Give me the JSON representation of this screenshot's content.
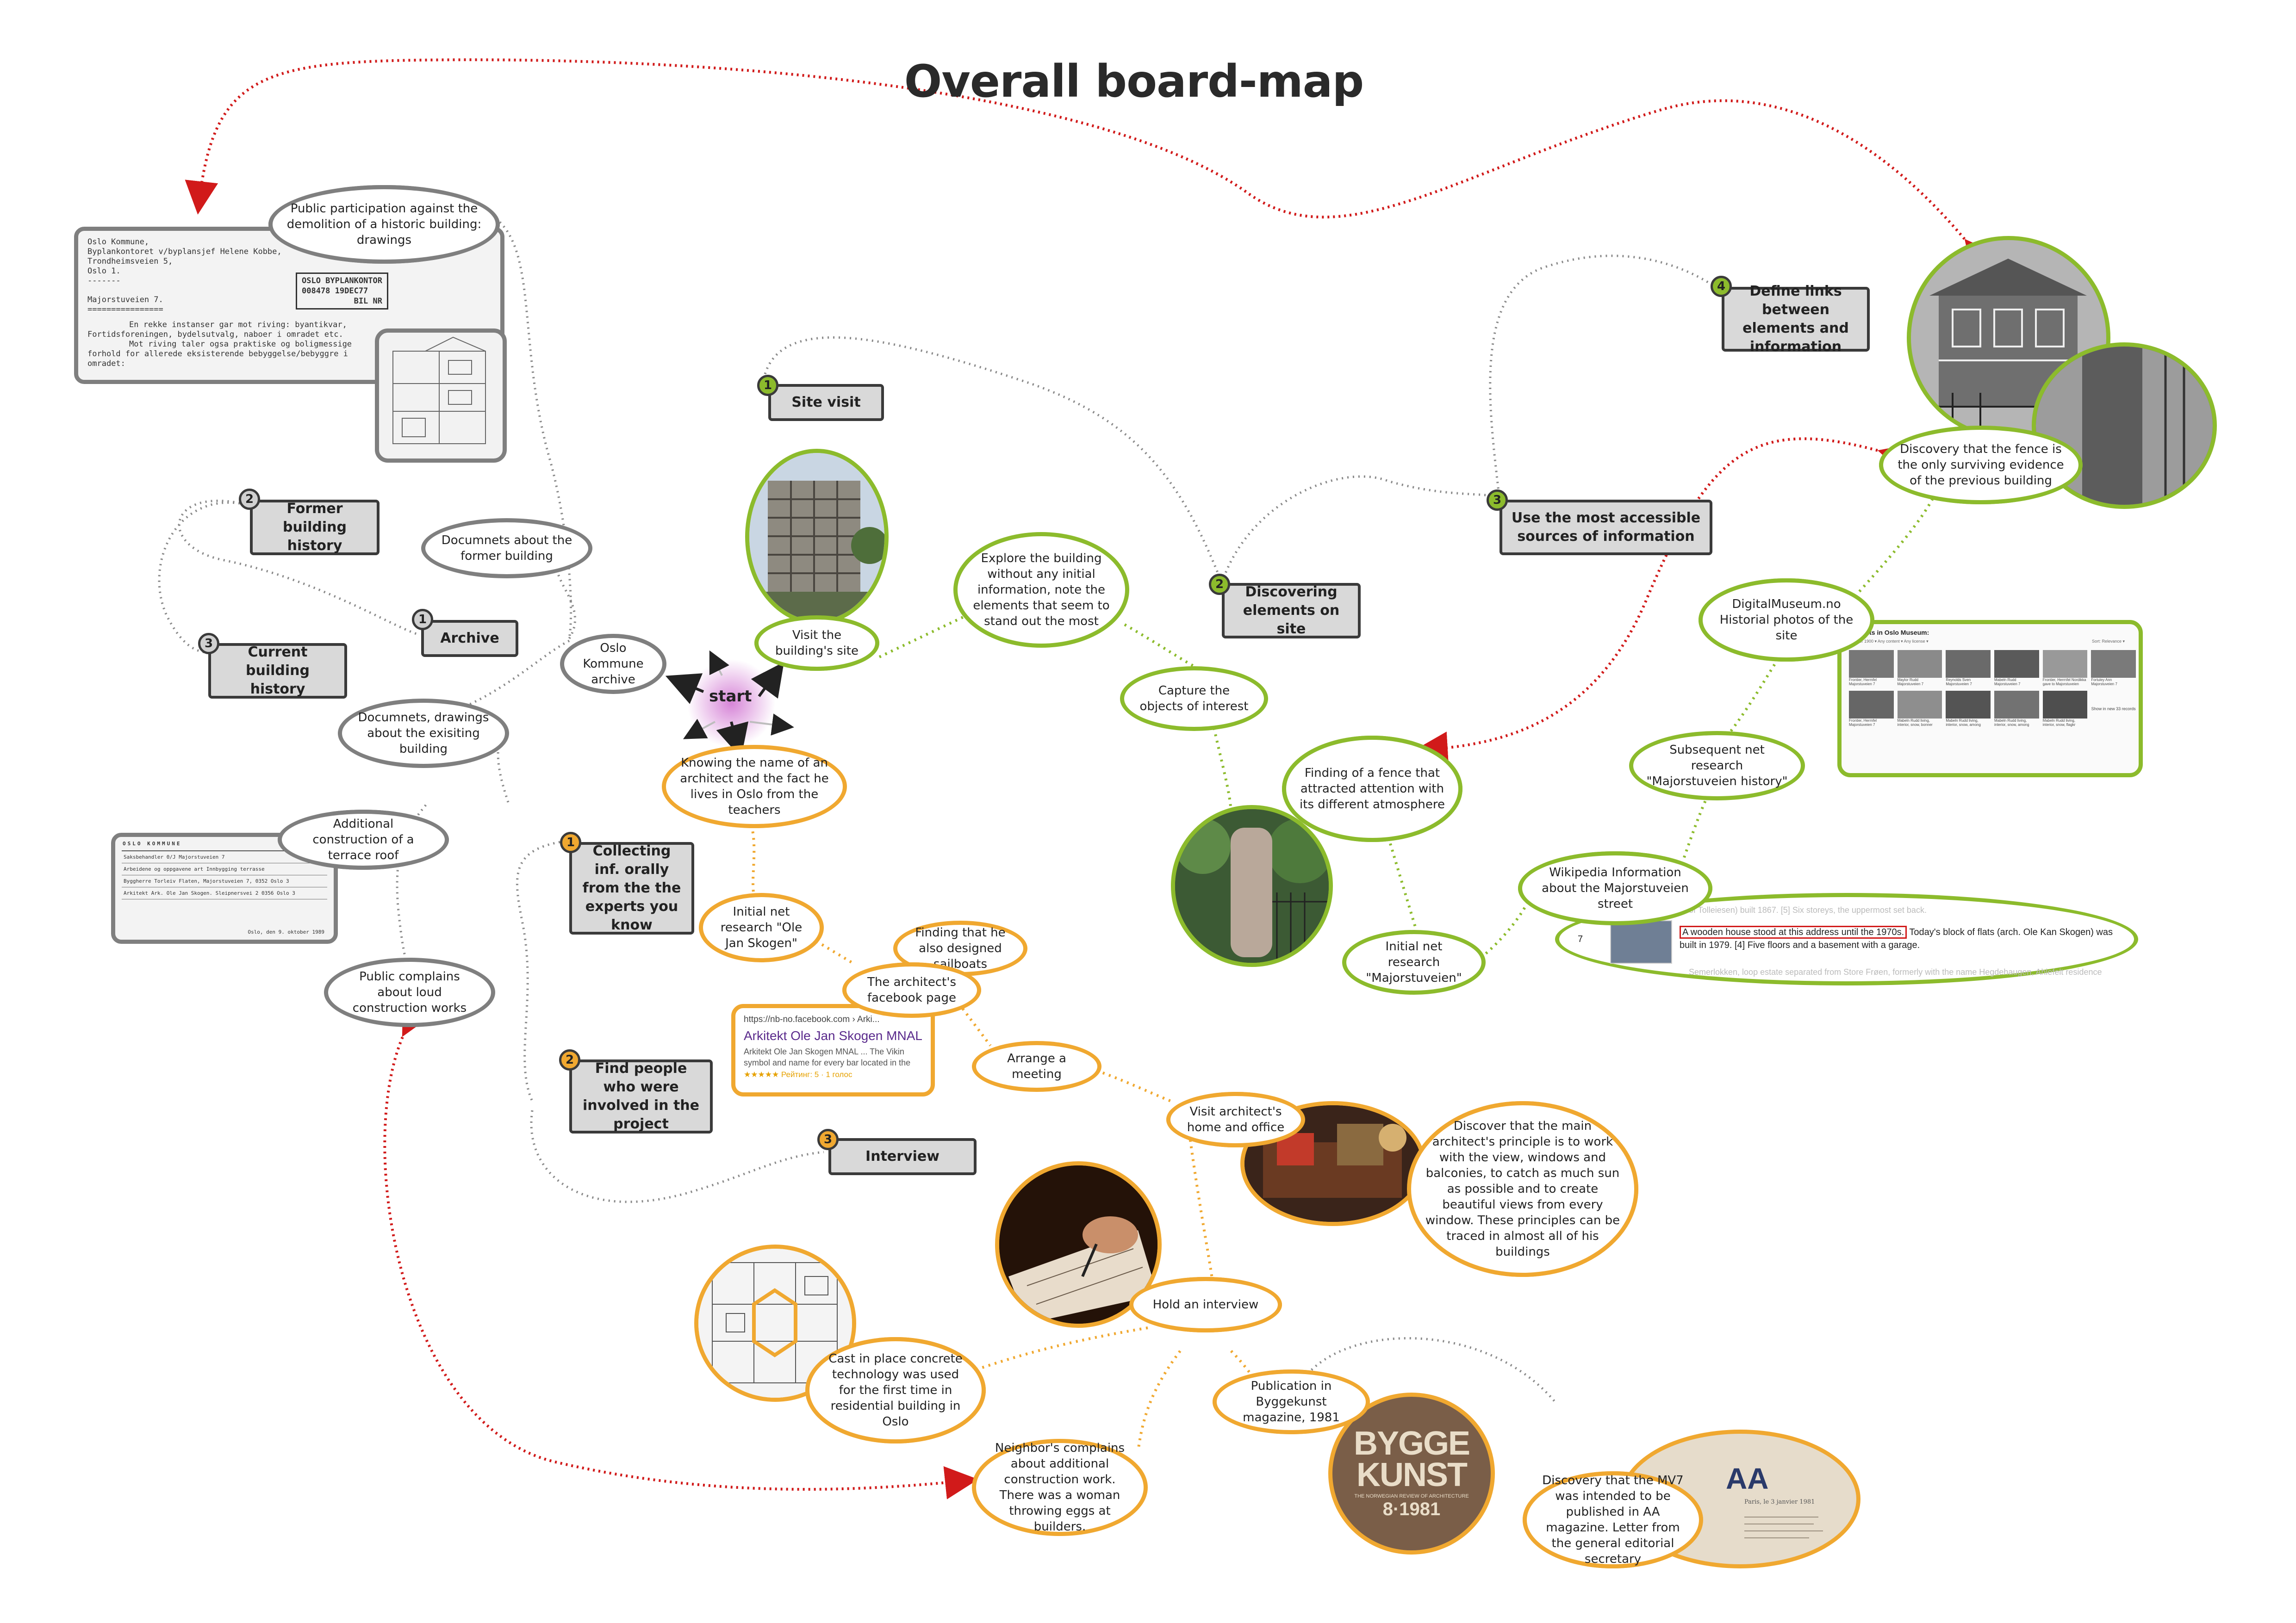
{
  "title": "Overall board-map",
  "start_label": "start",
  "boxes": [
    {
      "id": "site-visit",
      "num": "1",
      "label": "Site visit"
    },
    {
      "id": "discovering-elements",
      "num": "2",
      "label": "Discovering elements on site"
    },
    {
      "id": "accessible-sources",
      "num": "3",
      "label": "Use the most accessible sources of information"
    },
    {
      "id": "define-links",
      "num": "4",
      "label": "Define links between elements and information"
    },
    {
      "id": "former-history",
      "num": "2",
      "label": "Former building history"
    },
    {
      "id": "archive",
      "num": "1",
      "label": "Archive"
    },
    {
      "id": "current-history",
      "num": "3",
      "label": "Current building history"
    },
    {
      "id": "collecting-inf",
      "num": "1",
      "label": "Collecting inf. orally from the the experts you know"
    },
    {
      "id": "find-people",
      "num": "2",
      "label": "Find people who were involved in the project"
    },
    {
      "id": "interview",
      "num": "3",
      "label": "Interview"
    }
  ],
  "bubbles": {
    "public_participation": "Public participation against the demolition of a historic building: drawings",
    "documents_former": "Documnets about the former building",
    "oslo_archive": "Oslo Kommune archive",
    "documents_existing": "Documnets, drawings about the exisiting building",
    "terrace_roof": "Additional construction of a terrace roof",
    "public_complains": "Public complains about loud construction works",
    "knowing_name": "Knowing the name of an architect and the fact he lives in Oslo from the teachers",
    "initial_net_skogen": "Initial net research \"Ole Jan Skogen\"",
    "sailboats": "Finding that he also designed sailboats",
    "facebook_page": "The architect's facebook page",
    "arrange_meeting": "Arrange a meeting",
    "visit_home": "Visit architect's home and office",
    "discover_principle": "Discover that the main architect's principle is to work with the view, windows and balconies, to catch as much sun as possible and to create beautiful views from every window. These principles can be traced in almost all of his buildings",
    "hold_interview": "Hold an interview",
    "cast_concrete": "Cast in place concrete technology was used for the first time in residential building in Oslo",
    "publication": "Publication in Byggekunst magazine, 1981",
    "neighbor_complains": "Neighbor's complains about additional construction work. There was a woman throwing eggs at builders.",
    "discovery_aa": "Discovery that the MV7 was intended to be published in AA magazine. Letter from the general editorial secretary",
    "visit_site": "Visit the building's site",
    "explore_building": "Explore the building without any initial information, note the elements that seem to stand out the most",
    "capture_objects": "Capture the objects of interest",
    "finding_fence": "Finding of a fence that attracted attention with its different atmosphere",
    "initial_net_majorstuveien": "Initial net research \"Majorstuveien\"",
    "wikipedia": "Wikipedia Information about the Majorstuveien street",
    "subsequent_net": "Subsequent net research \"Majorstuveien history\"",
    "digitalmuseum": "DigitalMuseum.no Historial photos of the site",
    "discovery_fence": "Discovery that the fence is the only surviving evidence of the previous building"
  },
  "doc_letter": {
    "lines": [
      "Oslo Kommune,",
      "Byplankontoret v/byplansjef Helene Kobbe,",
      "Trondheimsveien 5,",
      "Oslo 1.",
      "-------",
      "Majorstuveien 7.",
      "================",
      "En rekke instanser gar mot riving: byantikvar,",
      "Fortidsforeningen, bydelsutvalg, naboer i omradet etc.",
      "Mot riving taler ogsa praktiske og boligmessige",
      "forhold for allerede eksisterende bebyggelse/bebyggre i",
      "omradet:"
    ],
    "stamp": [
      "OSLO BYPLANKONTOR",
      "008478  19DEC77",
      "BIL NR"
    ]
  },
  "doc_form": {
    "header": "OSLO KOMMUNE",
    "rows": [
      "Saksbehandler  0/J Majorstuveien 7",
      "Arbeidene og oppgavene art  Innbygging terrasse",
      "Byggherre  Torleiv Flaten, Majorstuveien 7, 0352 Oslo 3",
      "Arkitekt  Ark. Ole Jan Skogen. Sleipnersvei 2 0356 Oslo 3"
    ],
    "footer": "Oslo, den 9. oktober 1989"
  },
  "facebook_card": {
    "url": "https://nb-no.facebook.com › Arki...",
    "title": "Arkitekt Ole Jan Skogen MNAL",
    "snippet": "Arkitekt Ole Jan Skogen MNAL ... The Vikin symbol and name for every bar located in the",
    "rating": "★★★★★ Рейтинг: 5 · 1 голос"
  },
  "wiki_card": {
    "faded_top": "of Tolleiesen) built 1867. [5] Six storeys, the uppermost set back.",
    "row_num": "7",
    "highlight": "A wooden house stood at this address until the 1970s.",
    "text": "Today's block of flats (arch. Ole Kan Skogen) was built in 1979. [4] Five floors and a basement with a garage.",
    "faded_bottom": "Semerlokken, loop estate separated from Store Frøen, formerly with the name Hegdehaugen, Ahlefelt residence"
  },
  "digitalmuseum_card": {
    "header": "Results in Oslo Museum:",
    "filters": "Under 1900 ▾   Any content ▾   Any license ▾",
    "sort": "Sort: Relevance ▾",
    "items": [
      "Frontier, Herrnfel Majorstuveien 7",
      "Maylor Rudd Majorstuveien 7",
      "Reynolds Sven Majorstuveien 7",
      "Mabeln Rudd Majorstuveien 7",
      "Frontier, Herrnfel Nordikka gave to Majorstuveien",
      "Fortuley Ann Majorstuveien 7",
      "Frontier, Herrnfel Majorstuveien 7",
      "Mabeln Rudd living, interior, snow, bonner",
      "Mabeln Rudd living, interior, snow, among",
      "Mabeln Rudd living, interior, snow, among",
      "Mabeln Rudd living, interior, snow, flagkr"
    ],
    "more": "Show in new 33 records"
  },
  "magazine": {
    "line1": "BYGGE",
    "line2": "KUNST",
    "issue": "8·1981",
    "caption": "THE NORWEGIAN REVIEW OF ARCHITECTURE"
  },
  "aa_letter": {
    "logo": "AA",
    "date": "Paris, le 3 janvier 1981"
  },
  "colors": {
    "grey": "#7f7f7f",
    "orange": "#f0a830",
    "green": "#8cbb2c",
    "red_link": "#d11a1a"
  }
}
